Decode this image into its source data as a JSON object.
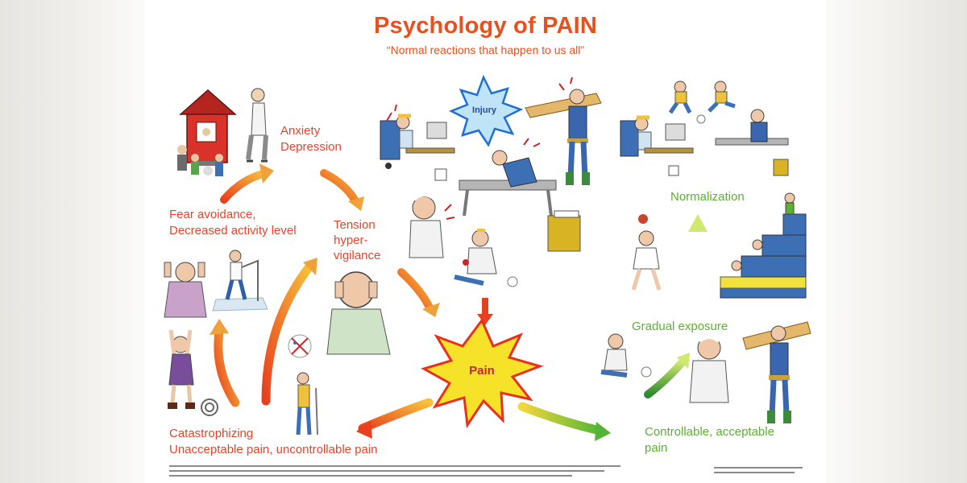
{
  "title": "Psychology of PAIN",
  "subtitle": "“Normal reactions that happen to us all”",
  "labels": {
    "anxiety": "Anxiety",
    "depression": "Depression",
    "fear_line1": "Fear avoidance,",
    "fear_line2": "Decreased activity level",
    "tension": "Tension",
    "hyper": "hyper-",
    "vigilance": "vigilance",
    "catastrophizing": "Catastrophizing",
    "unacceptable": "Unacceptable pain, uncontrollable pain",
    "normalization": "Normalization",
    "gradual": "Gradual exposure",
    "controllable": "Controllable, acceptable",
    "controllable2": "pain",
    "injury": "Injury",
    "pain": "Pain"
  },
  "colors": {
    "title": "#e8501f",
    "negative_text": "#e8432a",
    "positive_text": "#5cb032",
    "pain_star": "#f7e22a",
    "pain_star_edge": "#e8301f",
    "injury_star": "#bfe3f7",
    "injury_star_edge": "#1f6fd0"
  }
}
